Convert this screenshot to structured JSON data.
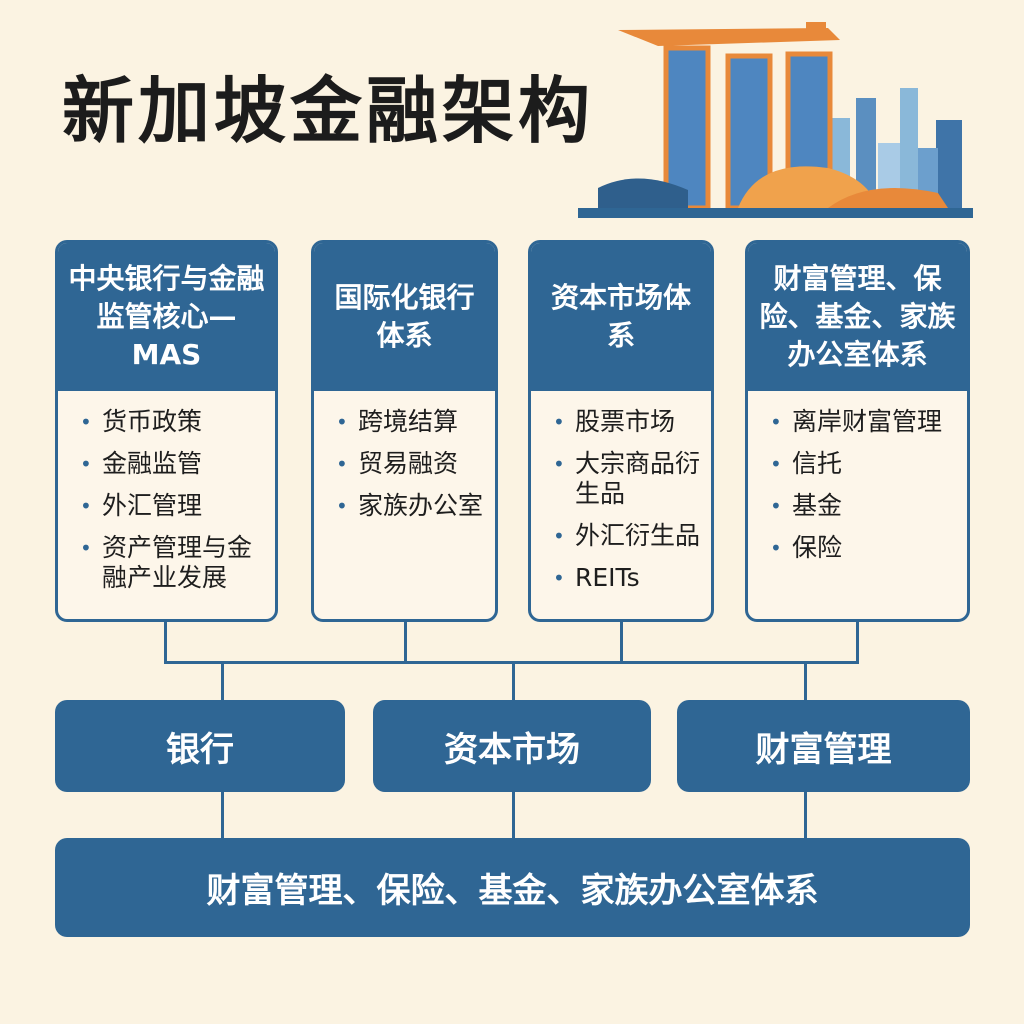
{
  "title": "新加坡金融架构",
  "colors": {
    "primary": "#2f6694",
    "background": "#fbf3e2",
    "accent": "#e8893a"
  },
  "skyline_icon": "singapore-skyline-illustration",
  "cards": [
    {
      "title": "中央银行与金融监管核心—MAS",
      "items": [
        "货币政策",
        "金融监管",
        "外汇管理",
        "资产管理与金融产业发展"
      ]
    },
    {
      "title": "国际化银行体系",
      "items": [
        "跨境结算",
        "贸易融资",
        "家族办公室"
      ]
    },
    {
      "title": "资本市场体系",
      "items": [
        "股票市场",
        "大宗商品衍生品",
        "外汇衍生品",
        "REITs"
      ]
    },
    {
      "title": "财富管理、保险、基金、家族办公室体系",
      "items": [
        "离岸财富管理",
        "信托",
        "基金",
        "保险"
      ]
    }
  ],
  "middle": [
    "银行",
    "资本市场",
    "财富管理"
  ],
  "bottom": "财富管理、保险、基金、家族办公室体系"
}
